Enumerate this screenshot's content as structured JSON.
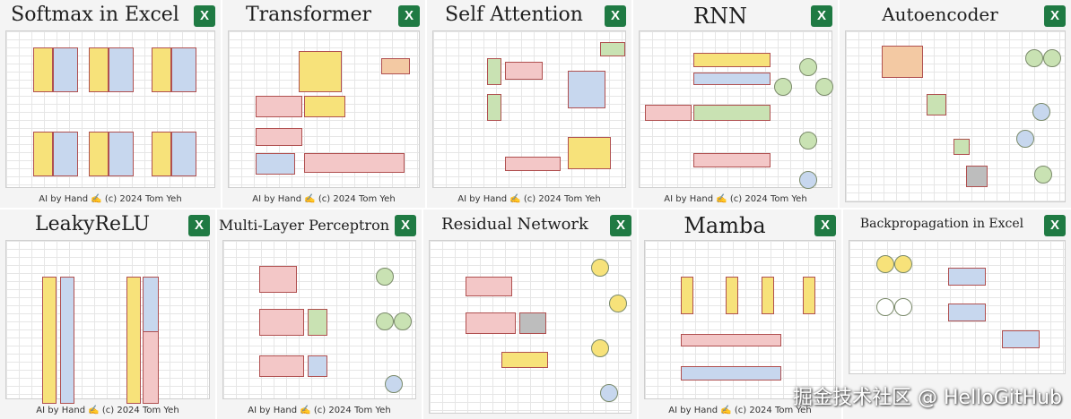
{
  "tiles": [
    {
      "title": "Softmax in Excel",
      "footer": "AI by Hand ✍️ (c) 2024 Tom Yeh"
    },
    {
      "title": "Transformer",
      "footer": "AI by Hand ✍️ (c) 2024 Tom Yeh"
    },
    {
      "title": "Self Attention",
      "footer": "AI by Hand ✍️ (c) 2024 Tom Yeh"
    },
    {
      "title": "RNN",
      "footer": "AI by Hand ✍️ (c) 2024 Tom Yeh"
    },
    {
      "title": "Autoencoder",
      "footer": ""
    },
    {
      "title": "LeakyReLU",
      "footer": "AI by Hand ✍️ (c) 2024 Tom Yeh"
    },
    {
      "title": "Multi-Layer Perceptron",
      "footer": "AI by Hand ✍️ (c) 2024 Tom Yeh"
    },
    {
      "title": "Residual Network",
      "footer": ""
    },
    {
      "title": "Mamba",
      "footer": "AI by Hand ✍️ (c) 2024 Tom Yeh"
    },
    {
      "title": "Backpropagation in Excel",
      "footer": ""
    }
  ],
  "excel_icon_letter": "X",
  "watermark": "掘金技术社区 @ HelloGitHub"
}
